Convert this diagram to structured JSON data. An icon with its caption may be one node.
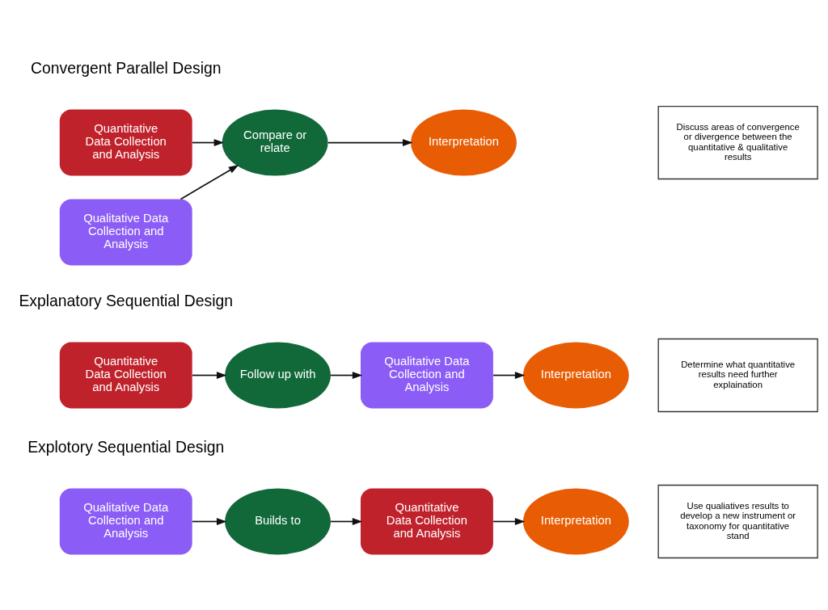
{
  "diagram": {
    "nodes": [
      {
        "text": [
          "Quantitative Data Collection and Analysis"
        ]
      },
      {
        "text": [
          "Qualitative Data Collection and Analysis"
        ]
      },
      {
        "text": [
          "Compare or relate"
        ]
      },
      {
        "text": [
          "Interpretation"
        ]
      },
      {
        "text": [
          "Discuss areas of convergence or divergence between the quantitative & qualitative results"
        ]
      },
      {
        "text": [
          "Quantitative Data Collection and Analysis"
        ]
      },
      {
        "text": [
          "Follow up with"
        ]
      },
      {
        "text": [
          "Qualitative Data Collection and Analysis"
        ]
      },
      {
        "text": [
          "Interpretation"
        ]
      },
      {
        "text": [
          "Determine what quantitative results need further explaination"
        ]
      },
      {
        "text": [
          "Qualitative Data Collection and Analysis"
        ]
      },
      {
        "text": [
          "Builds to"
        ]
      },
      {
        "text": [
          "Quantitative Data Collection and Analysis"
        ]
      },
      {
        "text": [
          "Interpretation"
        ]
      },
      {
        "text": [
          "Use qualiatives results to develop a new instrument or taxonomy for quantitative stand"
        ]
      }
    ],
    "edges": [
      {
        "from": 0,
        "to": 2,
        "arrow": "to"
      },
      {
        "from": 1,
        "to": 2,
        "arrow": "to"
      },
      {
        "from": 2,
        "to": 3,
        "arrow": "to"
      },
      {
        "from": 5,
        "to": 6,
        "arrow": "to"
      },
      {
        "from": 6,
        "to": 7,
        "arrow": "to"
      },
      {
        "from": 7,
        "to": 8,
        "arrow": "to"
      },
      {
        "from": 10,
        "to": 11,
        "arrow": "to"
      },
      {
        "from": 11,
        "to": 12,
        "arrow": "to"
      },
      {
        "from": 12,
        "to": 13,
        "arrow": "to"
      }
    ],
    "labels": [
      "Convergent Parallel Design",
      "Explanatory Sequential Design",
      "Explotory Sequential Design"
    ]
  }
}
